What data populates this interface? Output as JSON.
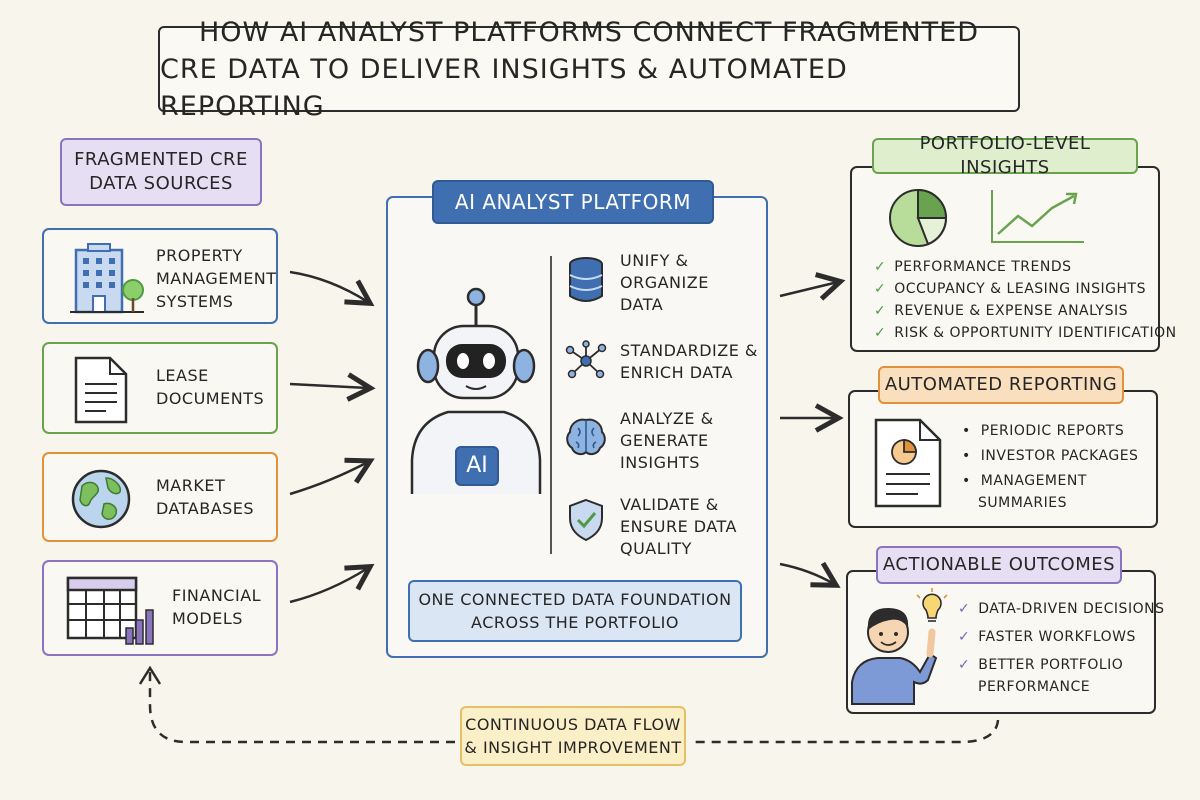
{
  "title": {
    "line1": "How AI Analyst Platforms Connect Fragmented",
    "line2": "CRE Data to Deliver Insights & Automated Reporting"
  },
  "sources": {
    "header": [
      "Fragmented CRE",
      "Data Sources"
    ],
    "items": [
      {
        "icon": "office-building-icon",
        "lines": [
          "Property",
          "Management",
          "Systems"
        ]
      },
      {
        "icon": "document-icon",
        "lines": [
          "Lease",
          "Documents"
        ]
      },
      {
        "icon": "globe-icon",
        "lines": [
          "Market",
          "Databases"
        ]
      },
      {
        "icon": "spreadsheet-chart-icon",
        "lines": [
          "Financial",
          "Models"
        ]
      }
    ]
  },
  "platform": {
    "header": "AI Analyst Platform",
    "robot_badge": "AI",
    "steps": [
      {
        "icon": "database-icon",
        "lines": [
          "Unify &",
          "Organize",
          "Data"
        ]
      },
      {
        "icon": "network-nodes-icon",
        "lines": [
          "Standardize &",
          "Enrich Data"
        ]
      },
      {
        "icon": "brain-icon",
        "lines": [
          "Analyze &",
          "Generate",
          "Insights"
        ]
      },
      {
        "icon": "shield-check-icon",
        "lines": [
          "Validate &",
          "Ensure Data",
          "Quality"
        ]
      }
    ],
    "foundation": [
      "One Connected Data Foundation",
      "Across the Portfolio"
    ]
  },
  "insights": {
    "header": "Portfolio-Level Insights",
    "items": [
      "Performance Trends",
      "Occupancy & Leasing Insights",
      "Revenue & Expense Analysis",
      "Risk & Opportunity Identification"
    ]
  },
  "reporting": {
    "header": "Automated Reporting",
    "items": [
      "Periodic Reports",
      "Investor Packages",
      "Management",
      "Summaries"
    ]
  },
  "outcomes": {
    "header": "Actionable Outcomes",
    "items": [
      "Data-Driven Decisions",
      "Faster Workflows",
      "Better Portfolio",
      "Performance"
    ]
  },
  "feedback": [
    "Continuous Data Flow",
    "& Insight Improvement"
  ],
  "colors": {
    "purple": "#8a74bf",
    "purple_fill": "#e6dff3",
    "blue": "#3f6fb0",
    "blue_fill": "#dbe6f4",
    "green": "#6aa34f",
    "green_fill": "#dfeecd",
    "orange": "#e0913c",
    "orange_fill": "#f9dfbd",
    "yellow_fill": "#fbefc8",
    "yellow": "#e5c065"
  }
}
